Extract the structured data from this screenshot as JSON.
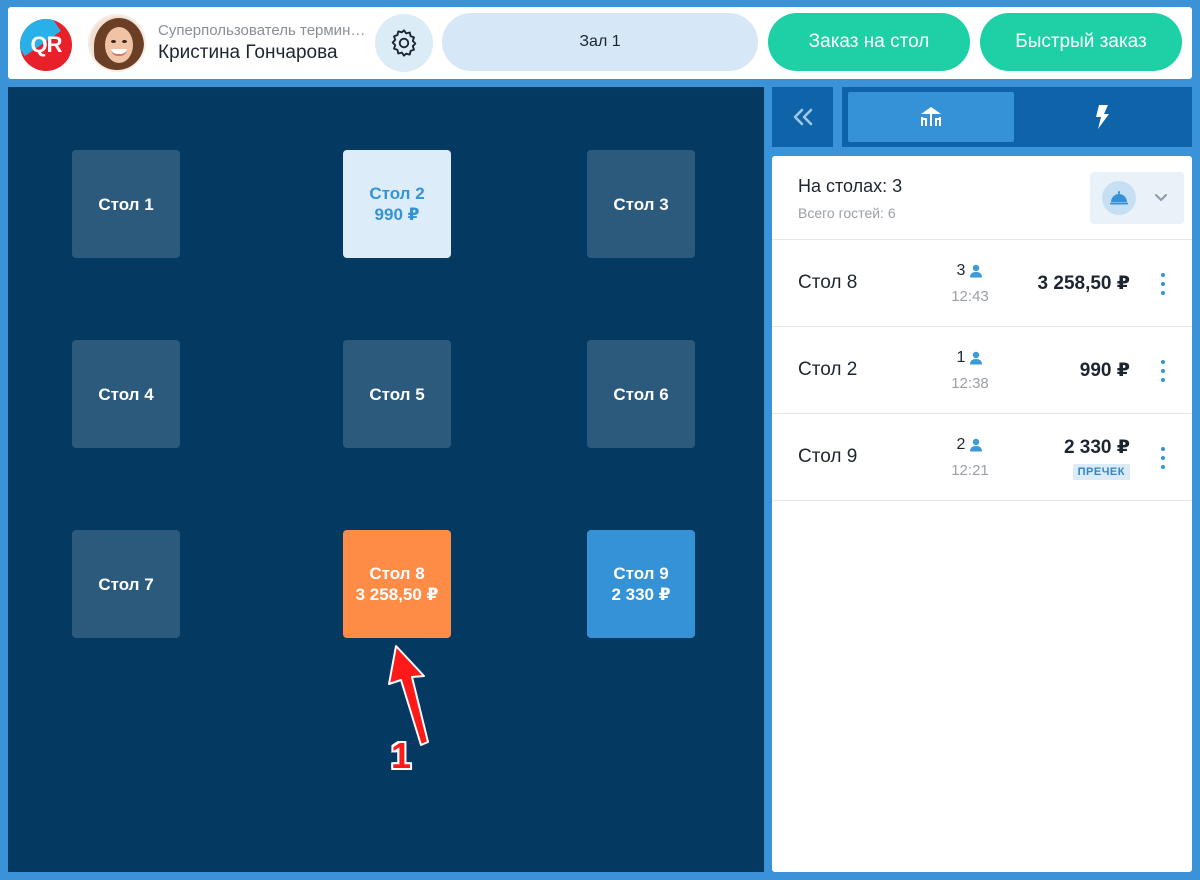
{
  "header": {
    "logo_text": "QR",
    "role": "Суперпользователь терминала",
    "user_name": "Кристина Гончарова",
    "hall_label": "Зал 1",
    "order_table_label": "Заказ на стол",
    "quick_order_label": "Быстрый заказ"
  },
  "tables": [
    {
      "name": "Стол 1",
      "amount": ""
    },
    {
      "name": "Стол 2",
      "amount": "990 ₽"
    },
    {
      "name": "Стол 3",
      "amount": ""
    },
    {
      "name": "Стол 4",
      "amount": ""
    },
    {
      "name": "Стол 5",
      "amount": ""
    },
    {
      "name": "Стол 6",
      "amount": ""
    },
    {
      "name": "Стол 7",
      "amount": ""
    },
    {
      "name": "Стол 8",
      "amount": "3 258,50 ₽"
    },
    {
      "name": "Стол 9",
      "amount": "2 330 ₽"
    }
  ],
  "annotation": {
    "number": "1"
  },
  "orders_panel": {
    "on_tables": "На столах: 3",
    "guests_total": "Всего гостей: 6",
    "orders": [
      {
        "table": "Стол 8",
        "guests": "3",
        "time": "12:43",
        "sum": "3 258,50 ₽",
        "badge": ""
      },
      {
        "table": "Стол 2",
        "guests": "1",
        "time": "12:38",
        "sum": "990 ₽",
        "badge": ""
      },
      {
        "table": "Стол 9",
        "guests": "2",
        "time": "12:21",
        "sum": "2 330 ₽",
        "badge": "ПРЕЧЕК"
      }
    ]
  },
  "colors": {
    "floor": "#043a62",
    "table_free": "#2b5a7c",
    "table_selected": "#dcedf9",
    "table_order": "#ff8c46",
    "table_precheck": "#3592d6",
    "accent_green": "#1ed0a6"
  },
  "icons": {
    "gear": "gear-icon",
    "collapse": "double-chevron-left-icon",
    "tables_tab": "tables-icon",
    "quick_tab": "lightning-icon",
    "filter": "cloche-icon",
    "guest": "person-icon",
    "more": "more-vertical-icon"
  }
}
